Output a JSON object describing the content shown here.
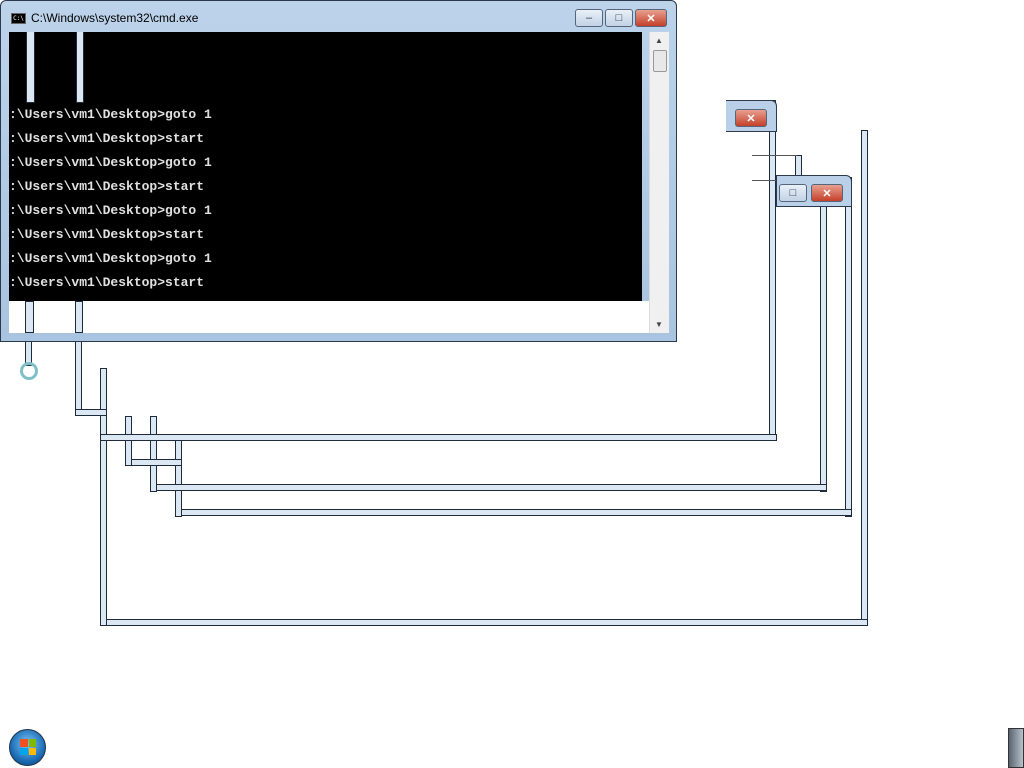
{
  "window": {
    "title": "C:\\Windows\\system32\\cmd.exe",
    "icon": "cmd-icon",
    "minimize": "–",
    "maximize": "□",
    "close": "✕"
  },
  "console": {
    "lines": [
      ":\\Users\\vm1\\Desktop>goto 1",
      ":\\Users\\vm1\\Desktop>start",
      ":\\Users\\vm1\\Desktop>goto 1",
      ":\\Users\\vm1\\Desktop>start",
      ":\\Users\\vm1\\Desktop>goto 1",
      ":\\Users\\vm1\\Desktop>start",
      ":\\Users\\vm1\\Desktop>goto 1",
      ":\\Users\\vm1\\Desktop>start"
    ]
  },
  "ghost": {
    "close": "✕",
    "maximize": "□"
  },
  "taskbar": {
    "start_icon": "windows-start-orb",
    "show_desktop_icon": "show-desktop"
  }
}
